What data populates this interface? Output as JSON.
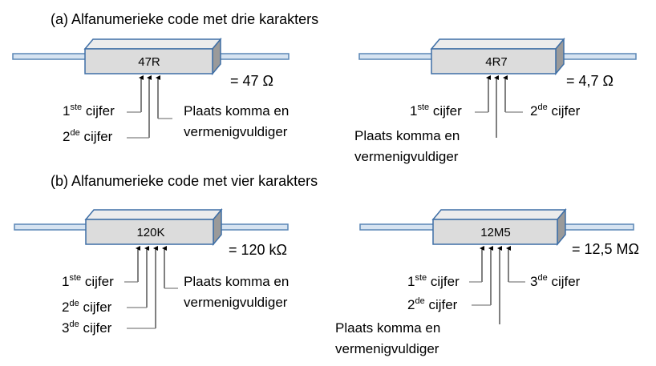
{
  "sections": {
    "a": {
      "heading": "(a) Alfanumerieke code met drie karakters"
    },
    "b": {
      "heading": "(b) Alfanumerieke code met vier karakters"
    }
  },
  "resistors": [
    {
      "code": "47R",
      "value": "= 47 Ω",
      "labels": [
        {
          "main": "1",
          "sup": "ste",
          "rest": " cijfer"
        },
        {
          "main": "2",
          "sup": "de",
          "rest": "  cijfer"
        },
        {
          "main": "Plaats komma en",
          "sup": "",
          "rest": ""
        },
        {
          "main": "vermenigvuldiger",
          "sup": "",
          "rest": ""
        }
      ]
    },
    {
      "code": "4R7",
      "value": "= 4,7 Ω",
      "labels": [
        {
          "main": "1",
          "sup": "ste",
          "rest": " cijfer"
        },
        {
          "main": "2",
          "sup": "de",
          "rest": " cijfer"
        },
        {
          "main": "Plaats komma en",
          "sup": "",
          "rest": ""
        },
        {
          "main": "vermenigvuldiger",
          "sup": "",
          "rest": ""
        }
      ]
    },
    {
      "code": "120K",
      "value": "= 120 kΩ",
      "labels": [
        {
          "main": "1",
          "sup": "ste",
          "rest": " cijfer"
        },
        {
          "main": "2",
          "sup": "de",
          "rest": "  cijfer"
        },
        {
          "main": "3",
          "sup": "de",
          "rest": "  cijfer"
        },
        {
          "main": "Plaats komma en",
          "sup": "",
          "rest": ""
        },
        {
          "main": "vermenigvuldiger",
          "sup": "",
          "rest": ""
        }
      ]
    },
    {
      "code": "12M5",
      "value": "= 12,5 MΩ",
      "labels": [
        {
          "main": "1",
          "sup": "ste",
          "rest": " cijfer"
        },
        {
          "main": "2",
          "sup": "de",
          "rest": "  cijfer"
        },
        {
          "main": "3",
          "sup": "de",
          "rest": " cijfer"
        },
        {
          "main": "Plaats komma en",
          "sup": "",
          "rest": ""
        },
        {
          "main": "vermenigvuldiger",
          "sup": "",
          "rest": ""
        }
      ]
    }
  ],
  "colors": {
    "lead_fill": "#d6e3f1",
    "outline": "#3f6fa6",
    "body_front": "#dcdcdc",
    "body_side": "#9a9a9a",
    "arrow": "#000000",
    "connector": "#808080"
  }
}
